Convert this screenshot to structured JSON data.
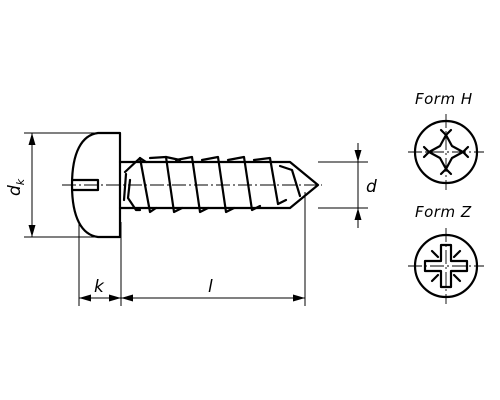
{
  "labels": {
    "dk": "d",
    "dk_sub": "k",
    "d": "d",
    "k": "k",
    "l": "l"
  },
  "recess_views": [
    {
      "title": "Form  H",
      "icon": "phillips-cross-recess-icon"
    },
    {
      "title": "Form  Z",
      "icon": "pozidriv-cross-recess-icon"
    }
  ]
}
